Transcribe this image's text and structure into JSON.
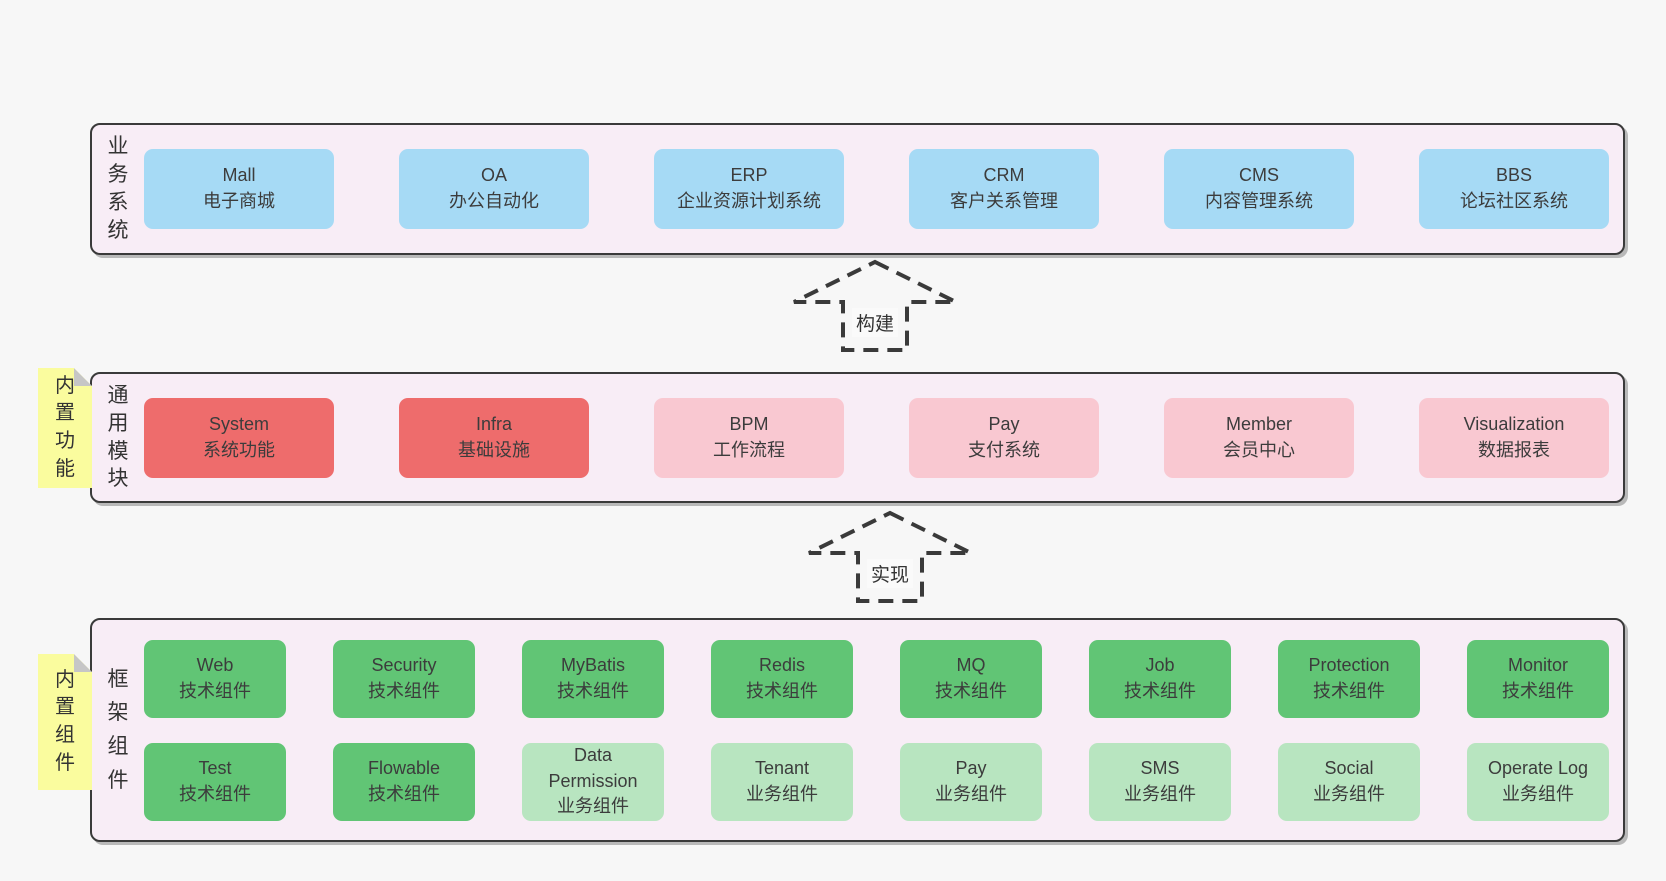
{
  "colors": {
    "page_background": "#f7f7f7",
    "panel_background": "#f8edf6",
    "panel_border": "#3a3a3a",
    "box_blue": "#a6daf5",
    "box_red": "#ee6c6c",
    "box_pink": "#f9c8d1",
    "box_green": "#61c575",
    "box_light_green": "#b8e5c0",
    "sticky_yellow": "#fafc9e",
    "sticky_fold_gray": "#c6c6c6",
    "text": "#3c3c3c"
  },
  "sections": [
    {
      "label": "业务系统",
      "rows": [
        [
          {
            "name": "Mall",
            "desc": "电子商城",
            "type": "blue"
          },
          {
            "name": "OA",
            "desc": "办公自动化",
            "type": "blue"
          },
          {
            "name": "ERP",
            "desc": "企业资源计划系统",
            "type": "blue"
          },
          {
            "name": "CRM",
            "desc": "客户关系管理",
            "type": "blue"
          },
          {
            "name": "CMS",
            "desc": "内容管理系统",
            "type": "blue"
          },
          {
            "name": "BBS",
            "desc": "论坛社区系统",
            "type": "blue"
          }
        ]
      ]
    },
    {
      "label": "通用模块",
      "sticky": "内置功能",
      "rows": [
        [
          {
            "name": "System",
            "desc": "系统功能",
            "type": "red"
          },
          {
            "name": "Infra",
            "desc": "基础设施",
            "type": "red"
          },
          {
            "name": "BPM",
            "desc": "工作流程",
            "type": "pink"
          },
          {
            "name": "Pay",
            "desc": "支付系统",
            "type": "pink"
          },
          {
            "name": "Member",
            "desc": "会员中心",
            "type": "pink"
          },
          {
            "name": "Visualization",
            "desc": "数据报表",
            "type": "pink"
          }
        ]
      ]
    },
    {
      "label": "框架组件",
      "sticky": "内置组件",
      "rows": [
        [
          {
            "name": "Web",
            "desc": "技术组件",
            "type": "green"
          },
          {
            "name": "Security",
            "desc": "技术组件",
            "type": "green"
          },
          {
            "name": "MyBatis",
            "desc": "技术组件",
            "type": "green"
          },
          {
            "name": "Redis",
            "desc": "技术组件",
            "type": "green"
          },
          {
            "name": "MQ",
            "desc": "技术组件",
            "type": "green"
          },
          {
            "name": "Job",
            "desc": "技术组件",
            "type": "green"
          },
          {
            "name": "Protection",
            "desc": "技术组件",
            "type": "green"
          },
          {
            "name": "Monitor",
            "desc": "技术组件",
            "type": "green"
          }
        ],
        [
          {
            "name": "Test",
            "desc": "技术组件",
            "type": "green"
          },
          {
            "name": "Flowable",
            "desc": "技术组件",
            "type": "green"
          },
          {
            "name": "Data Permission",
            "desc": "业务组件",
            "type": "light_green"
          },
          {
            "name": "Tenant",
            "desc": "业务组件",
            "type": "light_green"
          },
          {
            "name": "Pay",
            "desc": "业务组件",
            "type": "light_green"
          },
          {
            "name": "SMS",
            "desc": "业务组件",
            "type": "light_green"
          },
          {
            "name": "Social",
            "desc": "业务组件",
            "type": "light_green"
          },
          {
            "name": "Operate Log",
            "desc": "业务组件",
            "type": "light_green"
          }
        ]
      ]
    }
  ],
  "arrows": [
    {
      "label": "构建"
    },
    {
      "label": "实现"
    }
  ]
}
